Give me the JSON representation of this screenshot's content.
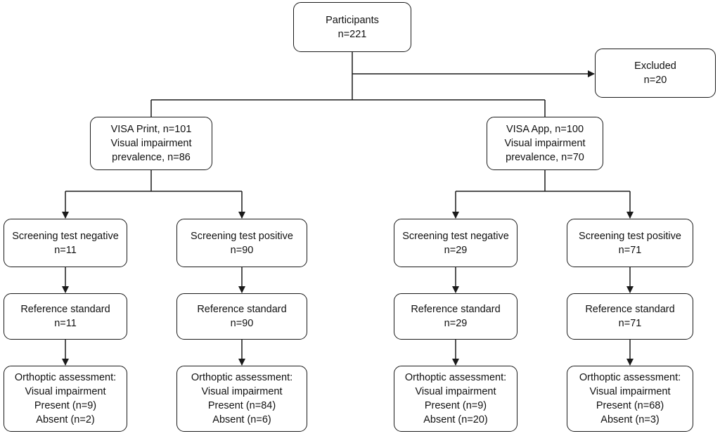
{
  "participants": {
    "title": "Participants",
    "count": "n=221"
  },
  "excluded": {
    "title": "Excluded",
    "count": "n=20"
  },
  "print": {
    "arm": {
      "line1": "VISA Print, n=101",
      "line2": "Visual impairment",
      "line3": "prevalence, n=86"
    },
    "negative": {
      "screen_title": "Screening test negative",
      "screen_count": "n=11",
      "ref_title": "Reference standard",
      "ref_count": "n=11",
      "ortho_line1": "Orthoptic assessment:",
      "ortho_line2": "Visual impairment",
      "ortho_present": "Present (n=9)",
      "ortho_absent": "Absent (n=2)"
    },
    "positive": {
      "screen_title": "Screening test positive",
      "screen_count": "n=90",
      "ref_title": "Reference standard",
      "ref_count": "n=90",
      "ortho_line1": "Orthoptic assessment:",
      "ortho_line2": "Visual impairment",
      "ortho_present": "Present (n=84)",
      "ortho_absent": "Absent (n=6)"
    }
  },
  "app": {
    "arm": {
      "line1": "VISA App, n=100",
      "line2": "Visual impairment",
      "line3": "prevalence, n=70"
    },
    "negative": {
      "screen_title": "Screening test negative",
      "screen_count": "n=29",
      "ref_title": "Reference standard",
      "ref_count": "n=29",
      "ortho_line1": "Orthoptic assessment:",
      "ortho_line2": "Visual impairment",
      "ortho_present": "Present (n=9)",
      "ortho_absent": "Absent (n=20)"
    },
    "positive": {
      "screen_title": "Screening test positive",
      "screen_count": "n=71",
      "ref_title": "Reference standard",
      "ref_count": "n=71",
      "ortho_line1": "Orthoptic assessment:",
      "ortho_line2": "Visual impairment",
      "ortho_present": "Present (n=68)",
      "ortho_absent": "Absent (n=3)"
    }
  }
}
